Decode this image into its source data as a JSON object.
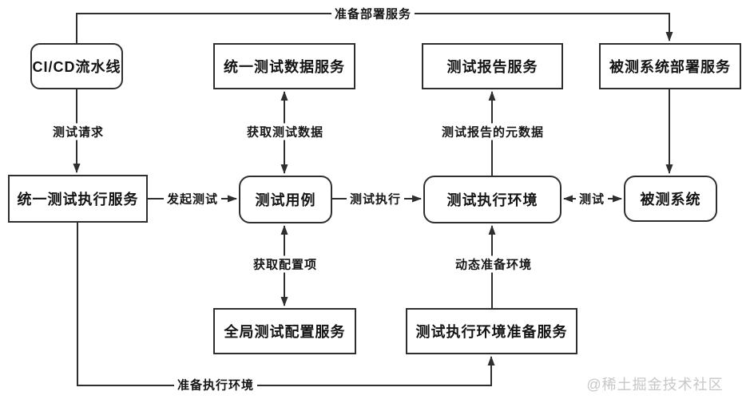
{
  "diagram": {
    "nodes": {
      "cicd_pipeline": "CI/CD流水线",
      "unified_test_data_service": "统一测试数据服务",
      "test_report_service": "测试报告服务",
      "sut_deploy_service": "被测系统部署服务",
      "unified_test_exec_service": "统一测试执行服务",
      "test_case": "测试用例",
      "test_exec_env": "测试执行环境",
      "system_under_test": "被测系统",
      "global_test_config_service": "全局测试配置服务",
      "test_env_prep_service": "测试执行环境准备服务"
    },
    "edge_labels": {
      "prepare_deploy_service": "准备部署服务",
      "test_request": "测试请求",
      "get_test_data": "获取测试数据",
      "test_report_metadata": "测试报告的元数据",
      "initiate_test": "发起测试",
      "test_execution": "测试执行",
      "test": "测试",
      "get_config_items": "获取配置项",
      "dynamic_prepare_env": "动态准备环境",
      "prepare_exec_env": "准备执行环境"
    },
    "colors": {
      "line": "#2f2f2f",
      "text": "#141414",
      "background": "#ffffff",
      "watermark": "#c7c7c7"
    }
  },
  "watermark": "@稀土掘金技术社区"
}
